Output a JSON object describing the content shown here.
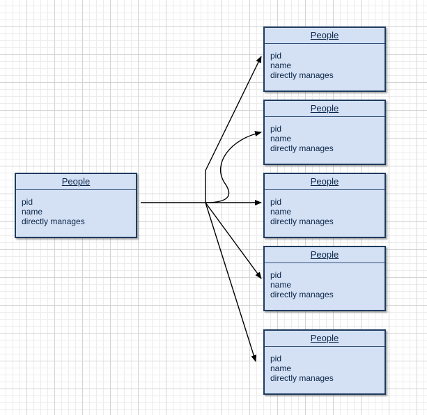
{
  "diagram": {
    "source": {
      "title": "People",
      "attributes": [
        "pid",
        "name",
        "directly manages"
      ]
    },
    "targets": [
      {
        "title": "People",
        "attributes": [
          "pid",
          "name",
          "directly manages"
        ]
      },
      {
        "title": "People",
        "attributes": [
          "pid",
          "name",
          "directly manages"
        ]
      },
      {
        "title": "People",
        "attributes": [
          "pid",
          "name",
          "directly manages"
        ]
      },
      {
        "title": "People",
        "attributes": [
          "pid",
          "name",
          "directly manages"
        ]
      },
      {
        "title": "People",
        "attributes": [
          "pid",
          "name",
          "directly manages"
        ]
      }
    ],
    "colors": {
      "entity_fill": "#d4e1f5",
      "entity_border": "#1f3b5f",
      "connector": "#000000"
    }
  }
}
